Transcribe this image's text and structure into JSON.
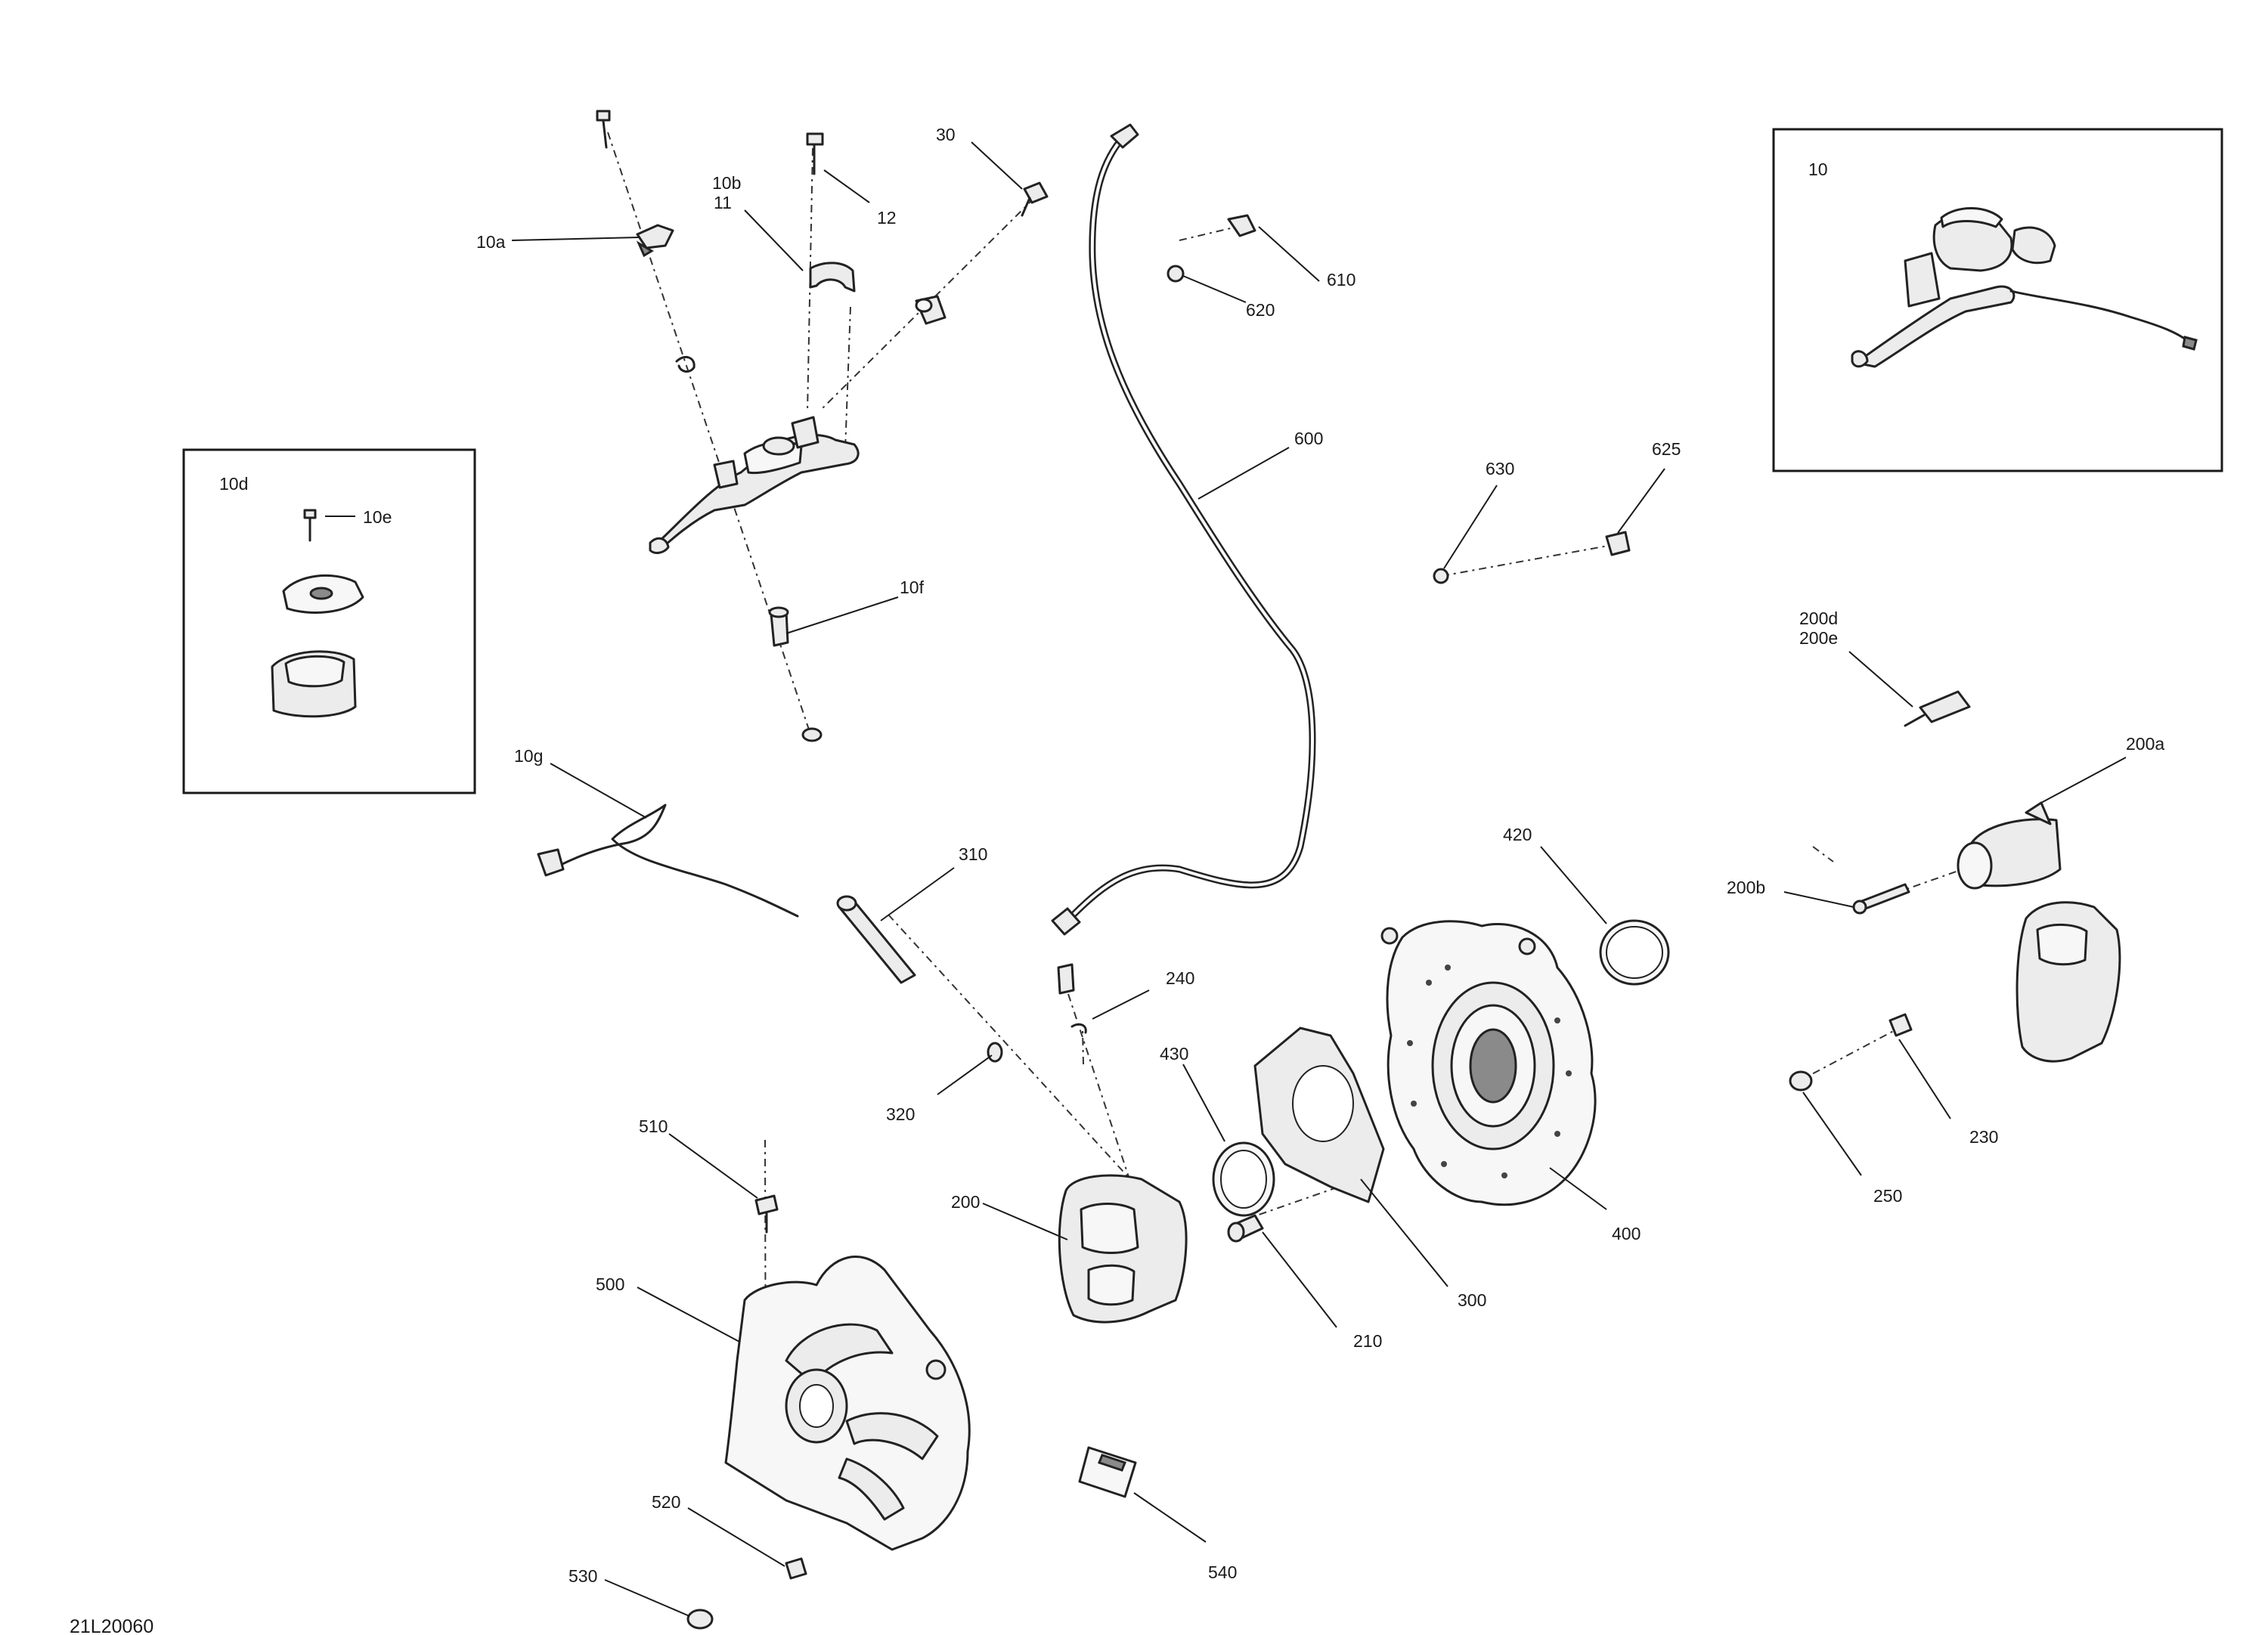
{
  "drawing_number": "21L20060",
  "insets": {
    "left": {
      "label": "10d",
      "sub_label": "10e"
    },
    "right": {
      "label": "10"
    }
  },
  "callouts": {
    "c10a": "10a",
    "c10b": "10b",
    "c11": "11",
    "c12": "12",
    "c30": "30",
    "c10f": "10f",
    "c10g": "10g",
    "c600": "600",
    "c610": "610",
    "c620": "620",
    "c630": "630",
    "c625": "625",
    "c200d": "200d",
    "c200e": "200e",
    "c200a": "200a",
    "c200b": "200b",
    "c310": "310",
    "c240": "240",
    "c320": "320",
    "c420": "420",
    "c430": "430",
    "c200": "200",
    "c510": "510",
    "c500": "500",
    "c210": "210",
    "c300": "300",
    "c400": "400",
    "c230": "230",
    "c250": "250",
    "c520": "520",
    "c530": "530",
    "c540": "540"
  },
  "icons": {
    "master_cylinder_lever": "lever-icon",
    "caliper": "caliper-icon",
    "brake_disc": "brake-disc-icon",
    "brake_hose": "hose-icon",
    "disc_guard": "guard-icon",
    "screw": "screw-icon"
  }
}
